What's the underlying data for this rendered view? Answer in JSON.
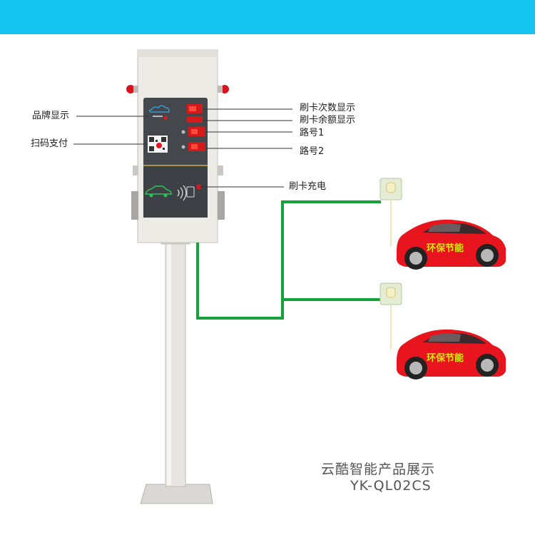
{
  "labels": {
    "brand_display": "品牌显示",
    "scan_pay": "扫码支付",
    "card_count_display": "刷卡次数显示",
    "card_balance_display": "刷卡余额显示",
    "route_1": "路号1",
    "route_2": "路号2",
    "card_charge": "刷卡充电"
  },
  "panel_text": {
    "scan_pay_small": "扫码支付"
  },
  "car_slogan": "环保节能",
  "caption": {
    "line1": "云酷智能产品展示",
    "line2": "YK-QL02CS"
  },
  "colors": {
    "banner": "#14c3ef",
    "cable": "#16a23a",
    "car_body": "#e8141e",
    "cabinet": "#ecebe6",
    "panel": "#44474c"
  }
}
